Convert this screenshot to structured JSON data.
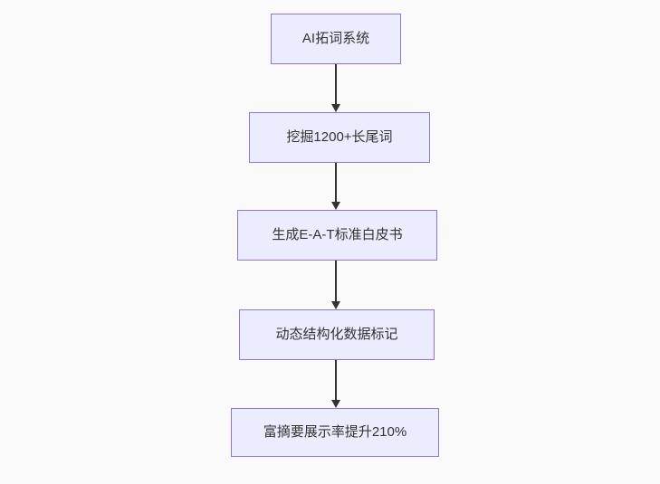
{
  "diagram": {
    "type": "flowchart",
    "direction": "top-down",
    "nodes": [
      {
        "id": "A",
        "label": "AI拓词系统"
      },
      {
        "id": "B",
        "label": "挖掘1200+长尾词"
      },
      {
        "id": "C",
        "label": "生成E-A-T标准白皮书"
      },
      {
        "id": "D",
        "label": "动态结构化数据标记"
      },
      {
        "id": "E",
        "label": "富摘要展示率提升210%"
      }
    ],
    "edges": [
      {
        "from": "A",
        "to": "B"
      },
      {
        "from": "B",
        "to": "C"
      },
      {
        "from": "C",
        "to": "D"
      },
      {
        "from": "D",
        "to": "E"
      }
    ],
    "colors": {
      "node_fill": "#ECECFF",
      "node_border": "#9370DB",
      "edge_line": "#333333",
      "text": "#333333",
      "background": "#fafafa"
    }
  }
}
